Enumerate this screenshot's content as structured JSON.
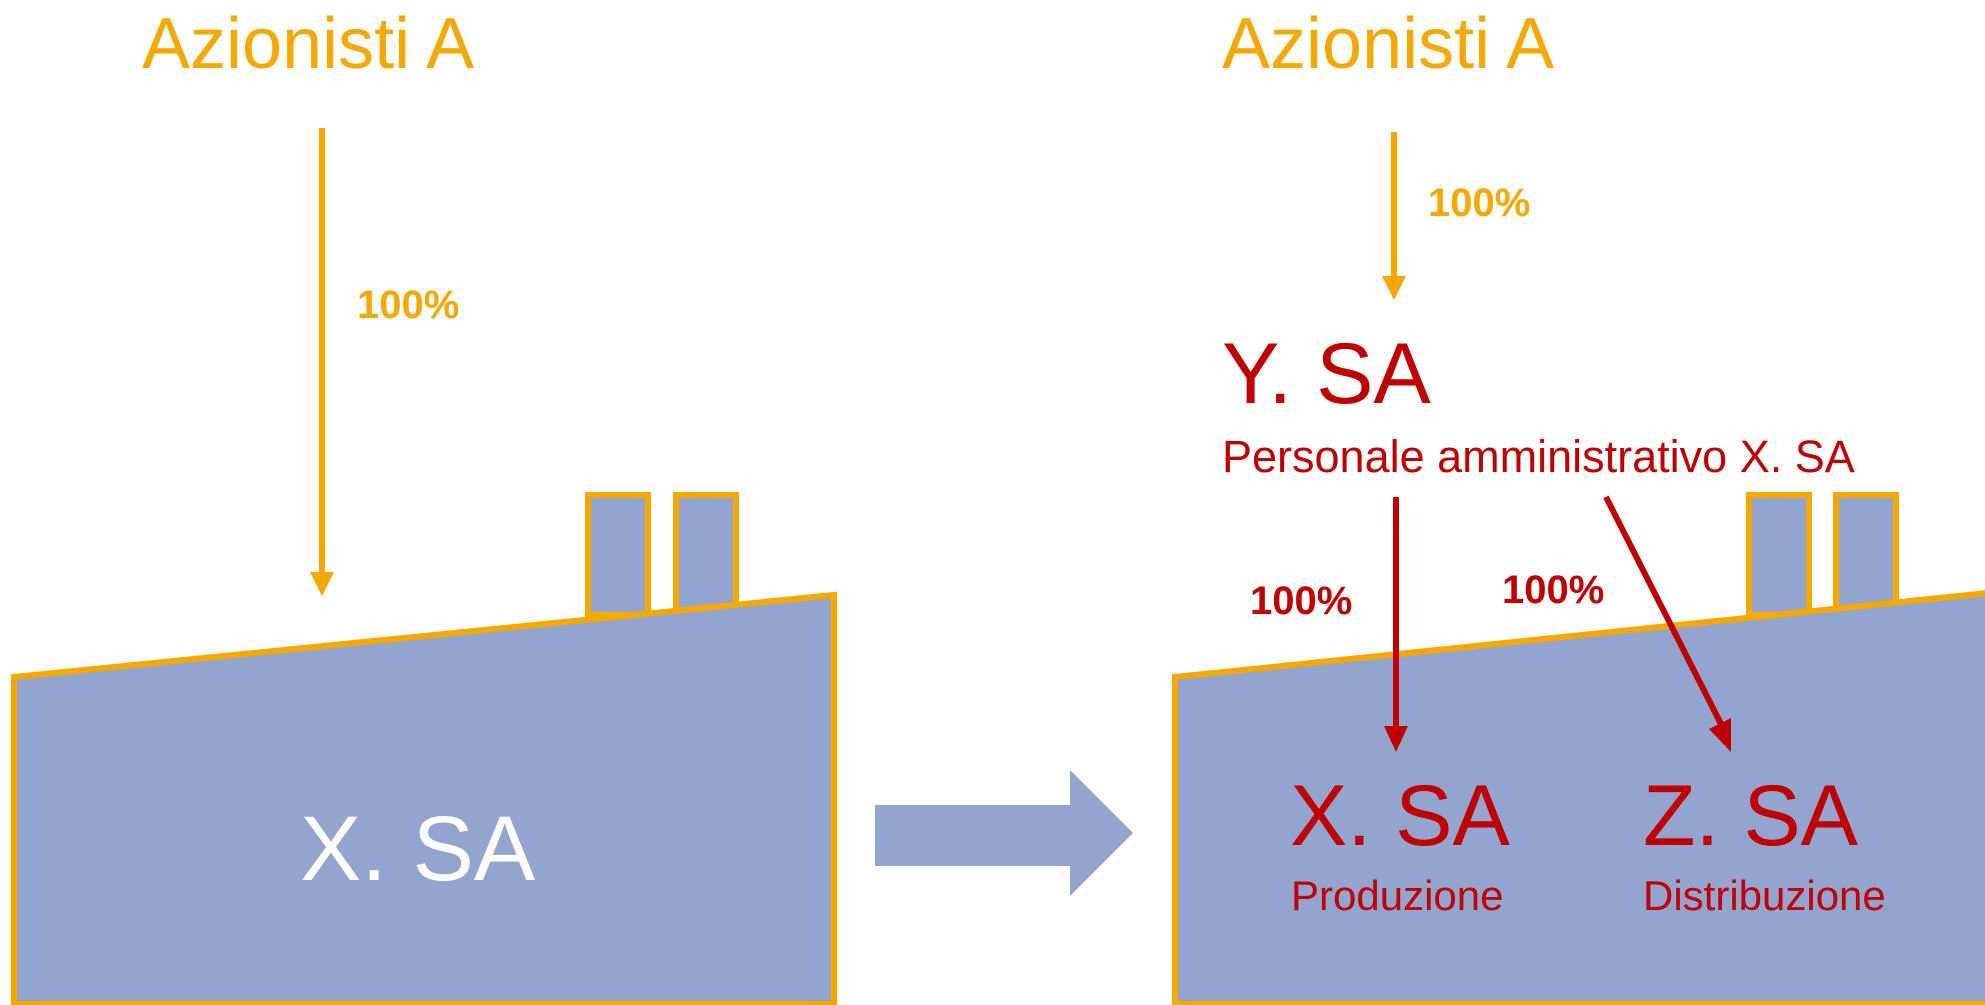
{
  "colors": {
    "orange": "#F5A800",
    "red": "#C00000",
    "factory_fill": "#93A4CE",
    "white": "#FFFFFF"
  },
  "left": {
    "shareholders_label": "Azionisti A",
    "ownership_label": "100%",
    "company_label": "X. SA"
  },
  "transition": {
    "arrow_icon": "block-arrow-right"
  },
  "right": {
    "shareholders_label": "Azionisti A",
    "ownership_top_label": "100%",
    "holding_label": "Y. SA",
    "holding_subtitle": "Personale amministrativo X. SA",
    "ownership_left_label": "100%",
    "ownership_right_label": "100%",
    "company_x_label": "X. SA",
    "company_x_subtitle": "Produzione",
    "company_z_label": "Z. SA",
    "company_z_subtitle": "Distribuzione"
  }
}
